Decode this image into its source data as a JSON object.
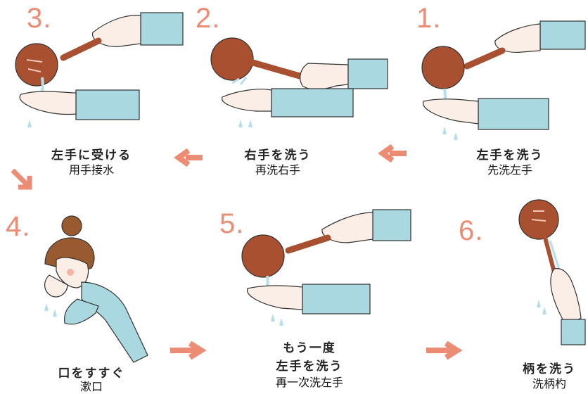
{
  "steps": [
    {
      "number": "3.",
      "caption_jp": "左手に受ける",
      "caption_cn": "用手接水"
    },
    {
      "number": "2.",
      "caption_jp": "右手を洗う",
      "caption_cn": "再洗右手"
    },
    {
      "number": "1.",
      "caption_jp": "左手を洗う",
      "caption_cn": "先洗左手"
    },
    {
      "number": "4.",
      "caption_jp": "口をすすぐ",
      "caption_cn": "漱口"
    },
    {
      "number": "5.",
      "caption_jp_line1": "もう一度",
      "caption_jp": "左手を洗う",
      "caption_cn": "再一次洗左手"
    },
    {
      "number": "6.",
      "caption_jp": "柄を洗う",
      "caption_cn": "洗柄杓"
    }
  ],
  "colors": {
    "accent": "#ec8c75",
    "ladle": "#a8502f",
    "sleeve": "#a9d8e0",
    "skin": "#fbeee6",
    "water": "#b7dfe9",
    "hair": "#9a5a2f"
  }
}
